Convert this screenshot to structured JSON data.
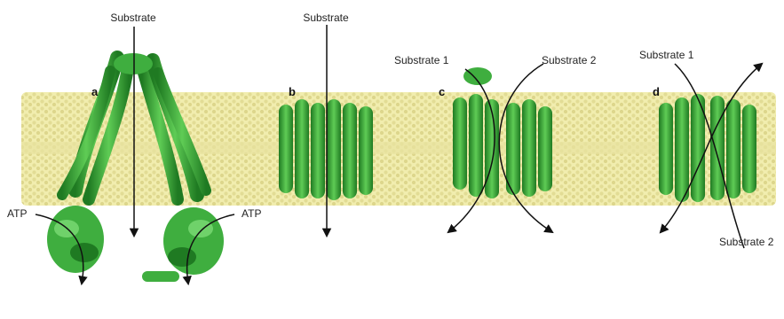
{
  "panels": [
    {
      "letter": "a",
      "substrate": "Substrate",
      "atp_left": "ATP",
      "atp_right": "ATP"
    },
    {
      "letter": "b",
      "substrate": "Substrate"
    },
    {
      "letter": "c",
      "substrate_1": "Substrate 1",
      "substrate_2": "Substrate 2"
    },
    {
      "letter": "d",
      "substrate_1": "Substrate 1",
      "substrate_2": "Substrate 2"
    }
  ],
  "colors": {
    "membrane": "#efeaa6",
    "membrane_dots": "#d9d38a",
    "protein": "#3fae3f",
    "protein_dark": "#1f7a22",
    "protein_light": "#6fd26a",
    "arrow": "#111111"
  },
  "icons": [
    "membrane-bilayer",
    "alpha-helix-bundle",
    "curved-arrow",
    "straight-arrow"
  ]
}
